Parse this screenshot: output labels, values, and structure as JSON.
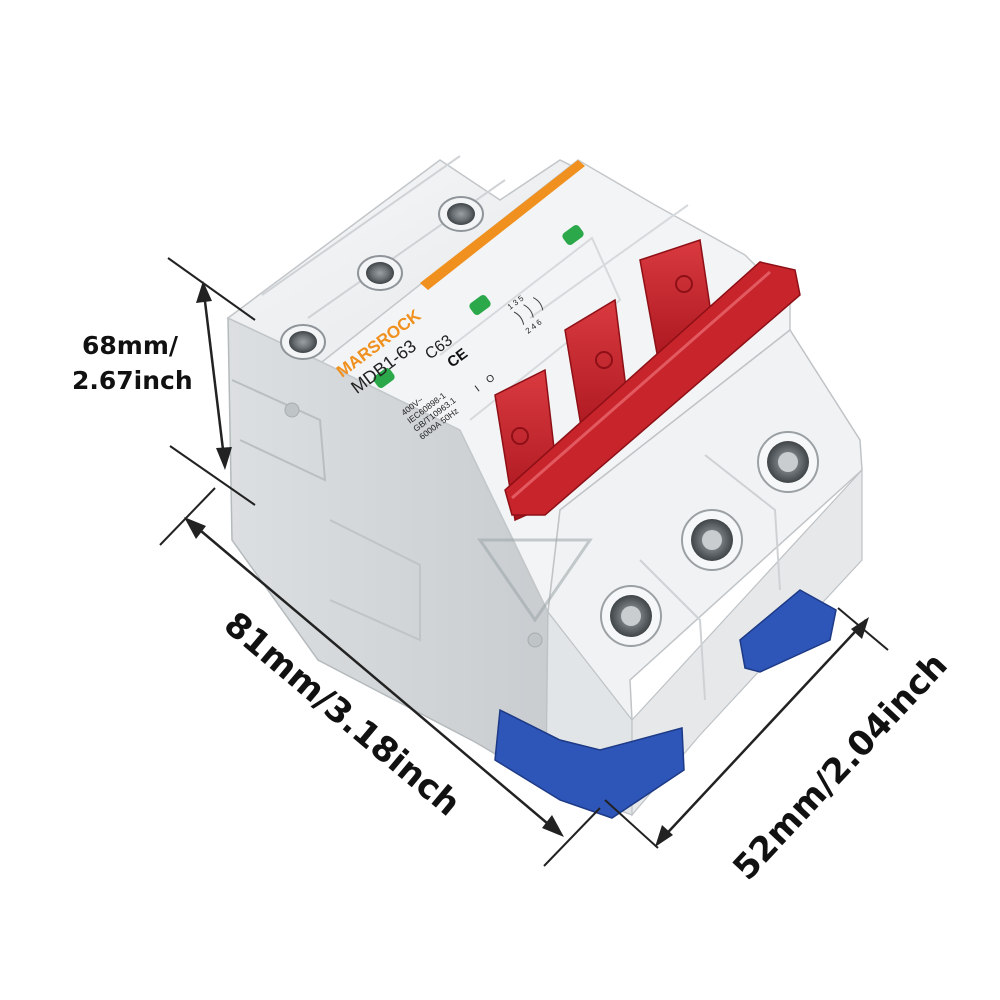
{
  "dimensions": {
    "height": {
      "line1": "68mm/",
      "line2": "2.67inch"
    },
    "length": {
      "text": "81mm/3.18inch"
    },
    "width": {
      "text": "52mm/2.04inch"
    }
  },
  "product": {
    "brand": "MARSROCK",
    "model": "MDB1-63",
    "rating": "C63",
    "ce_mark": "CE",
    "on_off": {
      "on": "I",
      "off": "O"
    },
    "spec_lines": [
      "400V~",
      "IEC60898-1",
      "GB/T10963.1",
      "6000A 50Hz"
    ],
    "terminal_top": "1 3 5",
    "terminal_bottom": "2 4 6"
  },
  "colors": {
    "body": "#eceeef",
    "handle": "#c8242c",
    "din_clip": "#2e55b8",
    "brand_orange": "#f0901e",
    "indicator": "#2aa84a"
  }
}
